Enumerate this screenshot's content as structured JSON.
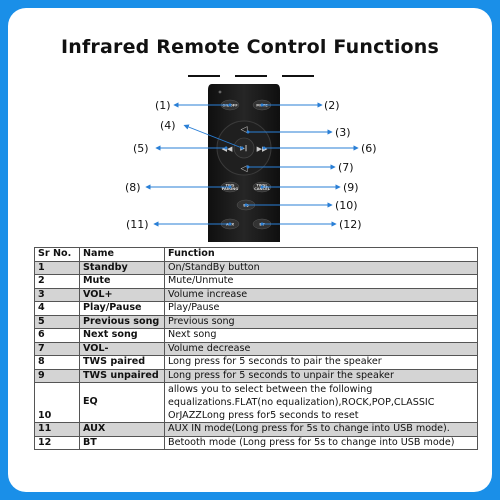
{
  "title": "Infrared Remote Control Functions",
  "callouts": [
    "(1)",
    "(2)",
    "(3)",
    "(4)",
    "(5)",
    "(6)",
    "(7)",
    "(8)",
    "(9)",
    "(10)",
    "(11)",
    "(12)"
  ],
  "buttons": {
    "onoff": "ON/OFF",
    "mute": "MUTE",
    "tws": "TWS",
    "tws_sub": "PAIRING",
    "twsl": "TWSL",
    "twsl_sub": "CANCEL",
    "eq": "EQ",
    "aux": "AUX",
    "bt": "BT"
  },
  "table": {
    "headers": [
      "Sr No.",
      "Name",
      "Function"
    ],
    "rows": [
      {
        "no": "1",
        "name": "Standby",
        "func": "On/StandBy button"
      },
      {
        "no": "2",
        "name": "Mute",
        "func": "Mute/Unmute"
      },
      {
        "no": "3",
        "name": "VOL+",
        "func": "Volume increase"
      },
      {
        "no": "4",
        "name": "Play/Pause",
        "func": "Play/Pause"
      },
      {
        "no": "5",
        "name": "Previous song",
        "func": "Previous song"
      },
      {
        "no": "6",
        "name": "Next song",
        "func": "Next song"
      },
      {
        "no": "7",
        "name": "VOL-",
        "func": "Volume decrease"
      },
      {
        "no": "8",
        "name": "TWS paired",
        "func": "Long press for 5 seconds to pair the speaker"
      },
      {
        "no": "9",
        "name": "TWS unpaired",
        "func": "Long press for 5 seconds to unpair the speaker"
      },
      {
        "no": "10",
        "name": "EQ",
        "func": "allows you to select between the following equalizations.FLAT(no equalization),ROCK,POP,CLASSIC OrJAZZLong press for5 seconds to reset"
      },
      {
        "no": "11",
        "name": "AUX",
        "func": "AUX IN mode(Long press for 5s to change into USB mode)."
      },
      {
        "no": "12",
        "name": "BT",
        "func": "Betooth mode (Long press for 5s to change into USB mode)"
      }
    ]
  },
  "colors": {
    "border_blue": "#1a8fe8",
    "callout_line": "#2a7fd6",
    "remote_body": "#1b1b1b",
    "row_shade": "#d4d4d4"
  }
}
